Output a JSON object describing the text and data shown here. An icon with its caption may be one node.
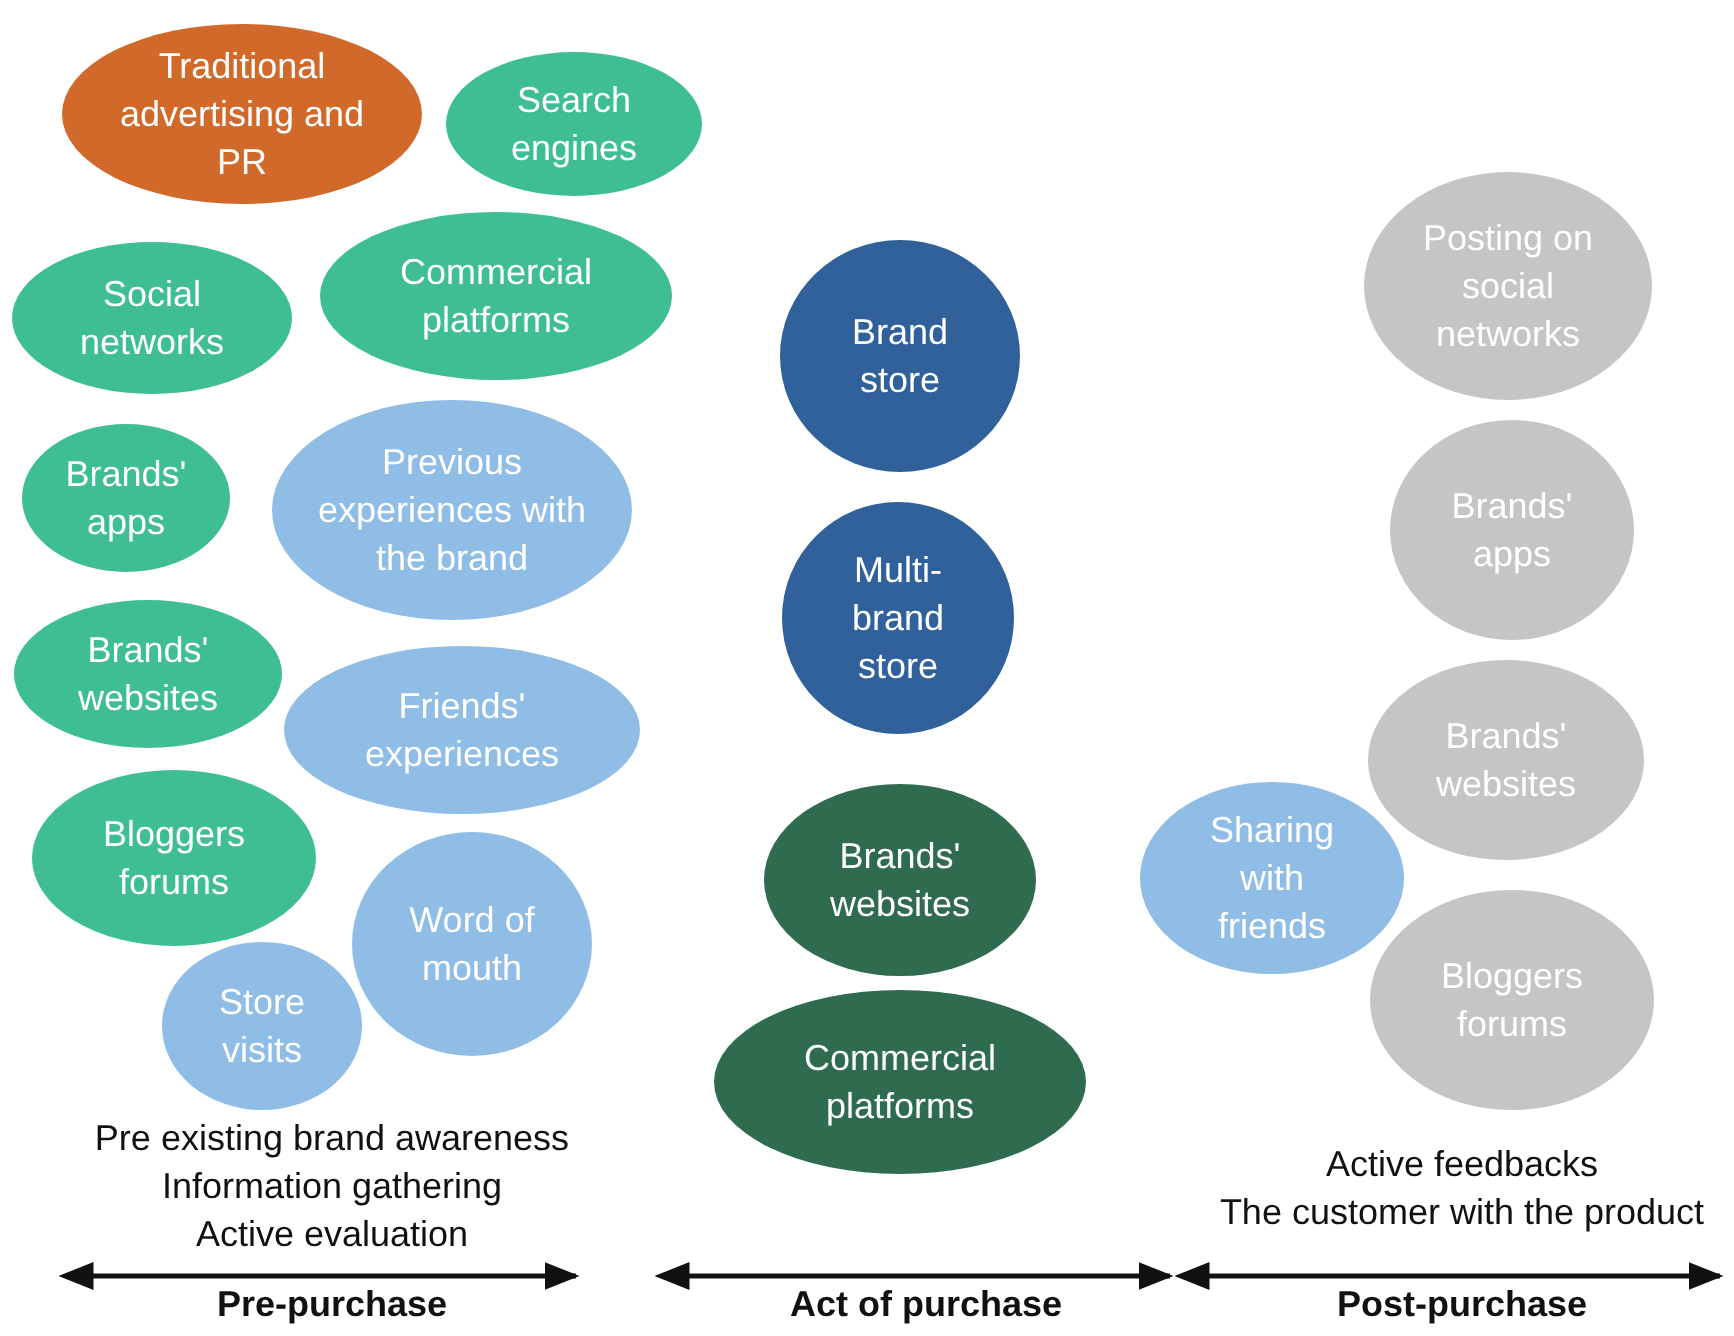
{
  "diagram": {
    "nodes": [
      {
        "text": [
          "Traditional advertising and PR"
        ]
      },
      {
        "text": [
          "Search engines"
        ]
      },
      {
        "text": [
          "Social networks"
        ]
      },
      {
        "text": [
          "Commercial platforms"
        ]
      },
      {
        "text": [
          "Brands' apps"
        ]
      },
      {
        "text": [
          "Previous experiences with the brand"
        ]
      },
      {
        "text": [
          "Brands' websites"
        ]
      },
      {
        "text": [
          "Friends' experiences"
        ]
      },
      {
        "text": [
          "Bloggers forums"
        ]
      },
      {
        "text": [
          "Word of mouth"
        ]
      },
      {
        "text": [
          "Store visits"
        ]
      },
      {
        "text": [
          "Brand store"
        ]
      },
      {
        "text": [
          "Multi-brand store"
        ]
      },
      {
        "text": [
          "Brands' websites"
        ]
      },
      {
        "text": [
          "Commercial platforms"
        ]
      },
      {
        "text": [
          "Posting on social networks"
        ]
      },
      {
        "text": [
          "Brands' apps"
        ]
      },
      {
        "text": [
          "Brands' websites"
        ]
      },
      {
        "text": [
          "Sharing with friends"
        ]
      },
      {
        "text": [
          "Bloggers forums"
        ]
      }
    ],
    "labels": [
      "Pre existing brand awareness",
      "Information gathering",
      "Active evaluation",
      "Active feedbacks",
      "The customer with the product",
      "Pre-purchase",
      "Act of purchase",
      "Post-purchase"
    ]
  }
}
